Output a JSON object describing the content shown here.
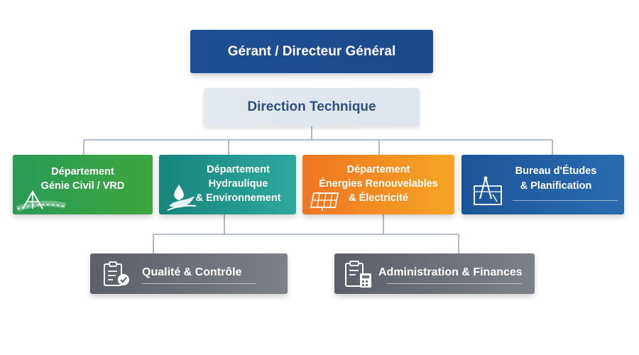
{
  "top": {
    "label": "Gérant / Directeur Général"
  },
  "technical": {
    "label": "Direction Technique"
  },
  "departments": [
    {
      "lines": [
        "Département",
        "Génie Civil / VRD"
      ],
      "icon": "road-bridge-icon"
    },
    {
      "lines": [
        "Département",
        "Hydraulique",
        "& Environnement"
      ],
      "icon": "water-leaf-icon"
    },
    {
      "lines": [
        "Département",
        "Énergies Renouvelables",
        "& Électricité"
      ],
      "icon": "solar-panel-icon"
    },
    {
      "lines": [
        "Bureau d'Études",
        "& Planification"
      ],
      "icon": "blueprint-icon"
    }
  ],
  "support": [
    {
      "label": "Qualité & Contrôle",
      "icon": "checklist-icon"
    },
    {
      "label": "Administration & Finances",
      "icon": "calculator-clipboard-icon"
    }
  ],
  "colors": {
    "top": "#1e4e93",
    "technical": "#e3e9ef",
    "civil": "#2a9a56",
    "hydraulic": "#17847c",
    "energy": "#ef7522",
    "studies": "#1c5597",
    "support": "#6a6f76",
    "connector": "#9aa8b8"
  }
}
